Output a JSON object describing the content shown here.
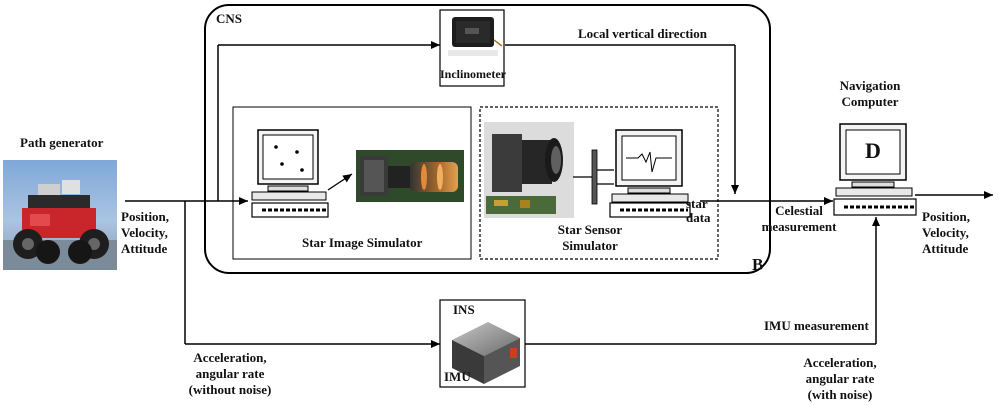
{
  "cns_label": "CNS",
  "inclinometer_label": "Inclinometer",
  "local_vertical_label": "Local vertical direction",
  "path_generator_label": "Path generator",
  "pva_left": [
    "Position,",
    "Velocity,",
    "Attitude"
  ],
  "star_image_simulator_label": "Star Image  Simulator",
  "star_sensor_simulator_label": [
    "Star Sensor",
    "Simulator"
  ],
  "star_data_label": [
    "star",
    "data"
  ],
  "celestial_label": [
    "Celestial",
    "measurement"
  ],
  "nav_computer_label": [
    "Navigation",
    "Computer"
  ],
  "nav_computer_screen_letter": "D",
  "pva_right": [
    "Position,",
    "Velocity,",
    "Attitude"
  ],
  "cns_box_corner_letter": "B",
  "ins_label": "INS",
  "imu_label": "IMU",
  "imu_measurement_label": "IMU measurement",
  "accel_without_noise": [
    "Acceleration,",
    "angular rate",
    "(without noise)"
  ],
  "accel_with_noise": [
    "Acceleration,",
    "angular rate",
    "(with noise)"
  ]
}
